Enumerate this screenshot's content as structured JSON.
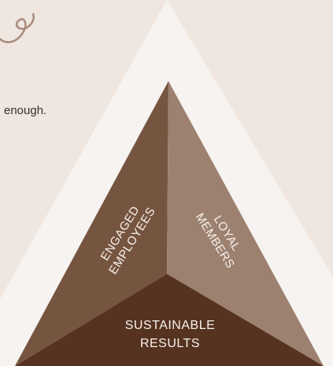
{
  "intro": {
    "text_fragment": "enough."
  },
  "diagram": {
    "left_segment": {
      "line1": "ENGAGED",
      "line2": "EMPLOYEES"
    },
    "right_segment": {
      "line1": "LOYAL",
      "line2": "MEMBERS"
    },
    "bottom_segment": {
      "line1": "SUSTAINABLE",
      "line2": "RESULTS"
    },
    "colors": {
      "page_background": "#efe6e0",
      "outer_triangle": "#f6f3f0",
      "left_segment": "#765540",
      "right_segment": "#9d8170",
      "bottom_segment": "#553320",
      "label_text": "#f7f1ec",
      "flourish": "#a98b7c"
    }
  }
}
